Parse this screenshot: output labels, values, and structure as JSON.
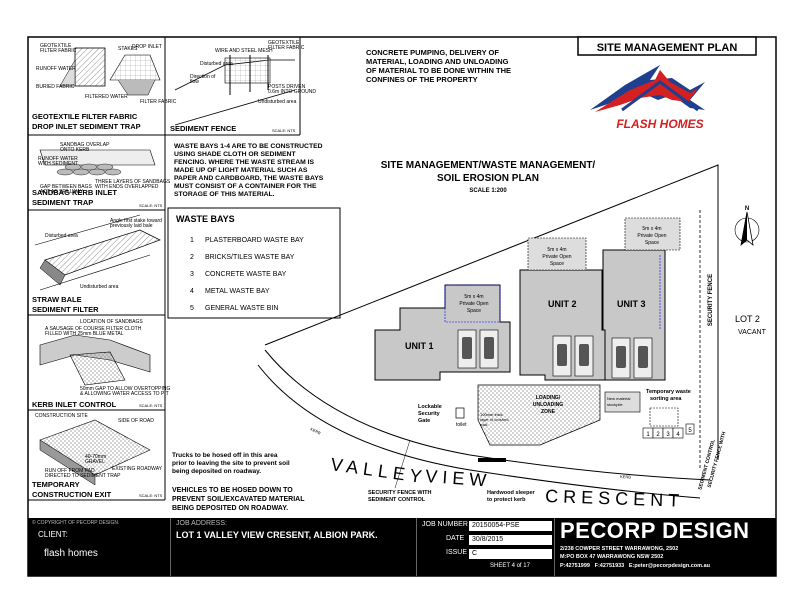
{
  "header": {
    "plan_label": "SITE MANAGEMENT PLAN",
    "pumping_note": [
      "CONCRETE PUMPING, DELIVERY OF",
      "MATERIAL, LOADING AND UNLOADING",
      "OF MATERIAL TO BE DONE WITHIN THE",
      "CONFINES OF THE PROPERTY"
    ],
    "logo_text": "FLASH HOMES",
    "main_title_line1": "SITE MANAGEMENT/WASTE MANAGEMENT/",
    "main_title_line2": "SOIL EROSION PLAN",
    "scale": "SCALE 1:200"
  },
  "details": {
    "geotextile_title": [
      "GEOTEXTILE FILTER FABRIC",
      "DROP INLET SEDIMENT TRAP"
    ],
    "sediment_fence_title": "SEDIMENT FENCE",
    "sandbag_title": [
      "SANDBAG KERB INLET",
      "SEDIMENT TRAP"
    ],
    "straw_bale_title": [
      "STRAW BALE",
      "SEDIMENT FILTER"
    ],
    "kerb_inlet_title": "KERB INLET CONTROL",
    "temp_exit_title": [
      "TEMPORARY",
      "CONSTRUCTION EXIT"
    ],
    "scale_nts": "SCALE: NTS"
  },
  "waste_note": [
    "WASTE BAYS 1-4 ARE TO BE CONSTRUCTED",
    "USING SHADE CLOTH OR SEDIMENT",
    "FENCING. WHERE THE WASTE STREAM IS",
    "MADE UP OF LIGHT MATERIAL SUCH AS",
    "PAPER AND CARDBOARD, THE WASTE BAYS",
    "MUST CONSIST OF A  CONTAINER FOR THE",
    "STORAGE OF THIS MATERIAL."
  ],
  "waste_bays": {
    "title": "WASTE BAYS",
    "items": [
      {
        "num": "1",
        "label": "PLASTERBOARD WASTE BAY"
      },
      {
        "num": "2",
        "label": "BRICKS/TILES WASTE BAY"
      },
      {
        "num": "3",
        "label": "CONCRETE WASTE BAY"
      },
      {
        "num": "4",
        "label": "METAL WASTE BAY"
      },
      {
        "num": "5",
        "label": "GENERAL WASTE BIN"
      }
    ]
  },
  "plan": {
    "unit1": "UNIT 1",
    "unit2": "UNIT 2",
    "unit3": "UNIT 3",
    "pos_text": [
      "5m x 4m",
      "Private Open",
      "Space"
    ],
    "lot2": "LOT 2",
    "vacant": "VACANT",
    "security_fence": "SECURITY FENCE",
    "loading_zone": [
      "LOADING/",
      "UNLOADING",
      "ZONE"
    ],
    "temp_waste": [
      "Temporary waste",
      "sorting area"
    ],
    "new_material": [
      "New material",
      "stockpile"
    ],
    "lockable_gate": [
      "Lockable",
      "Security",
      "Gate"
    ],
    "toilet": "toilet",
    "crushed_rock": [
      "100mm thick",
      "layer of crushed",
      "rock"
    ],
    "sediment_control_rot": "SEDIMENT CONTROL",
    "security_fence_with": "SECURITY FENCE WITH",
    "bay_numbers": [
      "1",
      "2",
      "3",
      "4",
      "5"
    ],
    "kerb": "KERB",
    "street_valley": "VALLEY",
    "street_view": "VIEW",
    "street_crescent": "CRESCENT",
    "trucks_note": [
      "Trucks to be hosed off in this area",
      "prior to leaving the site to prevent soil",
      "being deposited on roadway."
    ],
    "vehicles_note": [
      "VEHICLES TO BE HOSED DOWN TO",
      "PREVENT SOIL/EXCAVATED MATERIAL",
      "BEING DEPOSITED ON ROADWAY."
    ],
    "security_fence_sediment": [
      "SECURITY FENCE WITH",
      "SEDIMENT CONTROL"
    ],
    "hardwood": [
      "Hardwood sleeper",
      "to protect kerb"
    ],
    "north": "N"
  },
  "title_block": {
    "copyright": "© COPYRIGHT OF PECORP DESIGN.",
    "client_label": "CLIENT:",
    "client_value": "flash homes",
    "job_address_label": "JOB ADDRESS:",
    "job_address_value": "LOT 1 VALLEY VIEW CRESENT, ALBION PARK.",
    "job_number_label": "JOB NUMBER",
    "job_number_value": "20150054-PSE",
    "date_label": "DATE",
    "date_value": "30/8/2015",
    "issue_label": "ISSUE",
    "issue_value": "C",
    "sheet_label": "SHEET",
    "sheet_value": "4",
    "sheet_of": "of",
    "sheet_total": "17",
    "company": "PECORP DESIGN",
    "address1": "2/238 COWPER STREET WARRAWONG, 2502",
    "address2": "M:PO BOX 47 WARRAWONG NSW 2502",
    "phone": "P:42751999",
    "fax": "F:42751933",
    "email": "E:peter@pecorpdesign.com.au"
  },
  "colors": {
    "logo_red": "#d42020",
    "logo_blue": "#1f3f8f",
    "building_gray": "#c8c8c8"
  }
}
